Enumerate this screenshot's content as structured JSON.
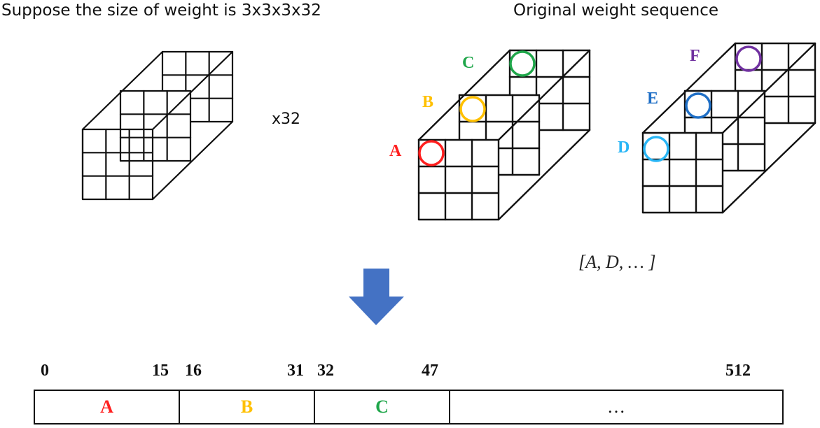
{
  "heading_left": "Suppose the size of weight is 3x3x3x32",
  "heading_right": "Original weight sequence",
  "multiplier_label": "x32",
  "sequence_label": "[A, D, … ]",
  "colors": {
    "stroke": "#111111",
    "arrow": "#4472C4",
    "A": "#FF1F1F",
    "B": "#FFC000",
    "C": "#1FA64A",
    "D": "#29B6F6",
    "E": "#1F6FC6",
    "F": "#7030A0"
  },
  "cube_labels": [
    "A",
    "B",
    "C",
    "D",
    "E",
    "F"
  ],
  "buffer": {
    "segments": [
      {
        "label": "A",
        "start": "0",
        "end": "15"
      },
      {
        "label": "B",
        "start": "16",
        "end": "31"
      },
      {
        "label": "C",
        "start": "32",
        "end": "47"
      },
      {
        "label": "…",
        "start": "",
        "end": "512"
      }
    ]
  }
}
